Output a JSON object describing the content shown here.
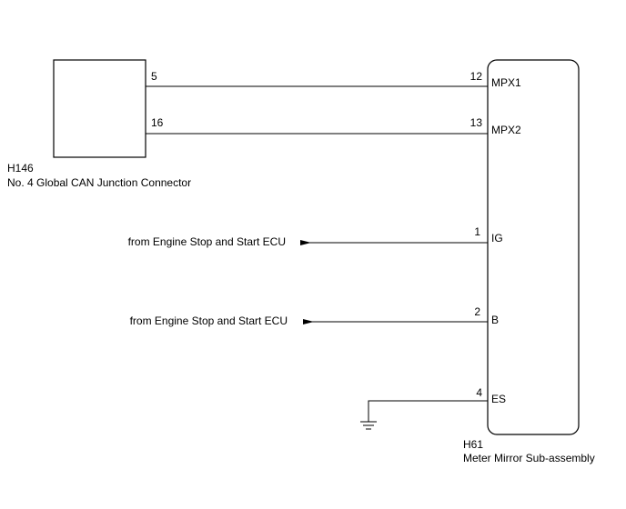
{
  "connector_h146": {
    "code": "H146",
    "name": "No. 4 Global CAN Junction Connector",
    "pins": {
      "mpx1": "5",
      "mpx2": "16"
    }
  },
  "component_h61": {
    "code": "H61",
    "name": "Meter Mirror Sub-assembly",
    "pins": {
      "mpx1": {
        "number": "12",
        "label": "MPX1"
      },
      "mpx2": {
        "number": "13",
        "label": "MPX2"
      },
      "ig": {
        "number": "1",
        "label": "IG"
      },
      "b": {
        "number": "2",
        "label": "B"
      },
      "es": {
        "number": "4",
        "label": "ES"
      }
    }
  },
  "sources": {
    "ig_from": "from Engine Stop and Start ECU",
    "b_from": "from Engine Stop and Start ECU"
  }
}
